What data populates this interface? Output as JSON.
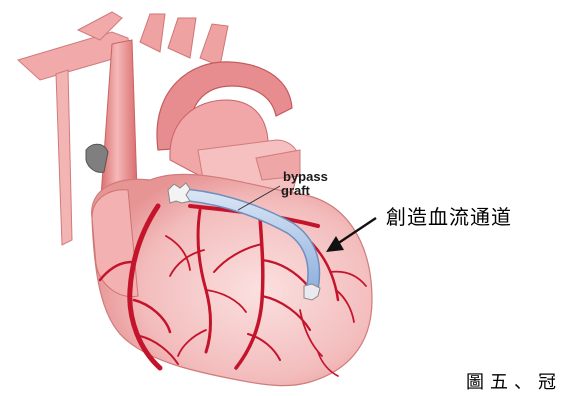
{
  "annotations": {
    "bypass_line1": "bypass",
    "bypass_line2": "graft",
    "chinese_label": "創造血流通道",
    "caption": "圖五、冠"
  },
  "colors": {
    "background": "#ffffff",
    "heart": "#f6c9c9",
    "vessel": "#f0a7a7",
    "vessel_dark": "#d86a6a",
    "artery": "#c4142c",
    "graft": "#a9c3e6",
    "arrow": "#111111"
  }
}
